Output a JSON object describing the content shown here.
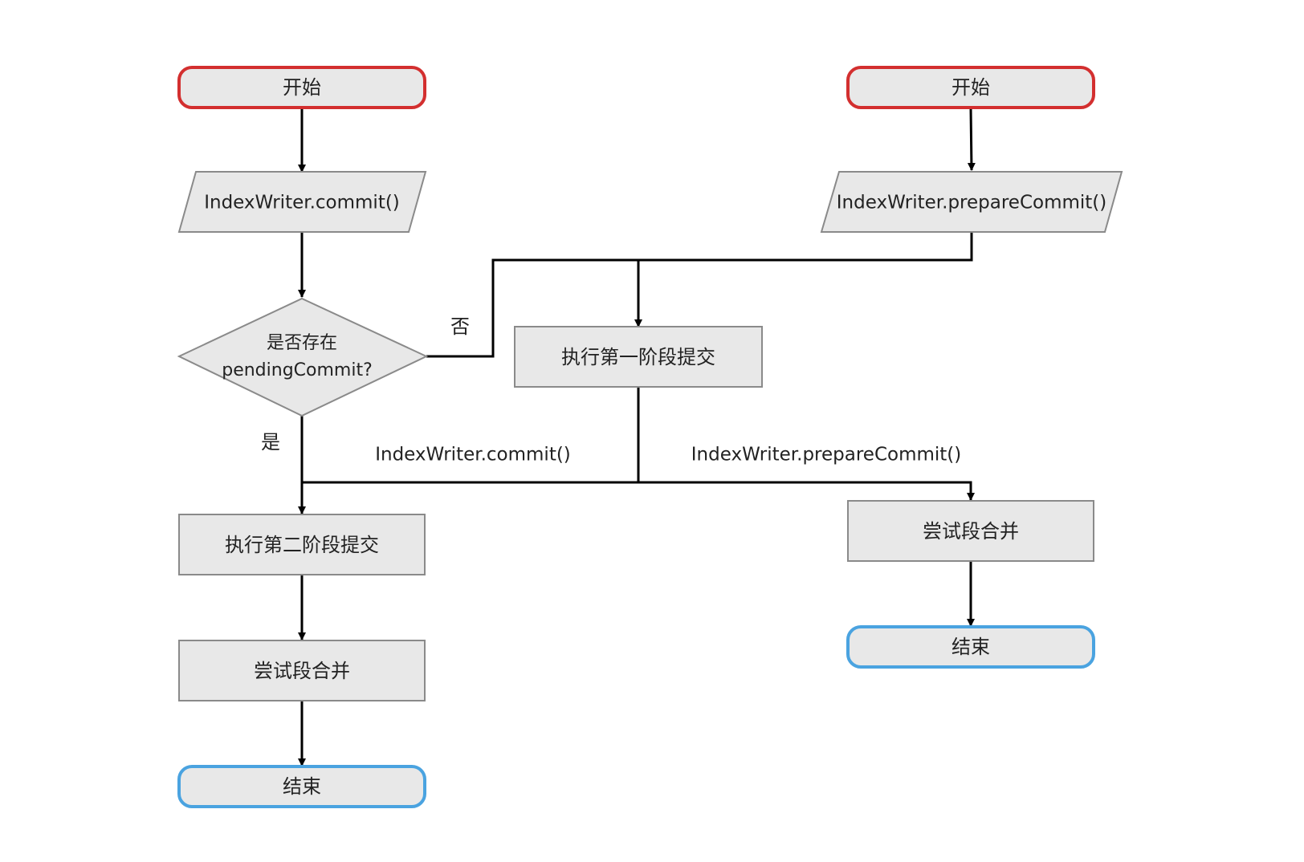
{
  "nodes": {
    "start_left": "开始",
    "start_right": "开始",
    "commit_io": "IndexWriter.commit()",
    "prepare_io": "IndexWriter.prepareCommit()",
    "decision_line1": "是否存在",
    "decision_line2": "pendingCommit?",
    "phase1": "执行第一阶段提交",
    "phase2": "执行第二阶段提交",
    "merge_left": "尝试段合并",
    "merge_right": "尝试段合并",
    "end_left": "结束",
    "end_right": "结束"
  },
  "labels": {
    "no": "否",
    "yes": "是",
    "branch_commit": "IndexWriter.commit()",
    "branch_prepare": "IndexWriter.prepareCommit()"
  },
  "colors": {
    "start_border": "#d32f2f",
    "end_border": "#4aa3e0",
    "node_fill": "#e8e8e8",
    "node_border": "#8a8a8a",
    "edge": "#000000"
  }
}
